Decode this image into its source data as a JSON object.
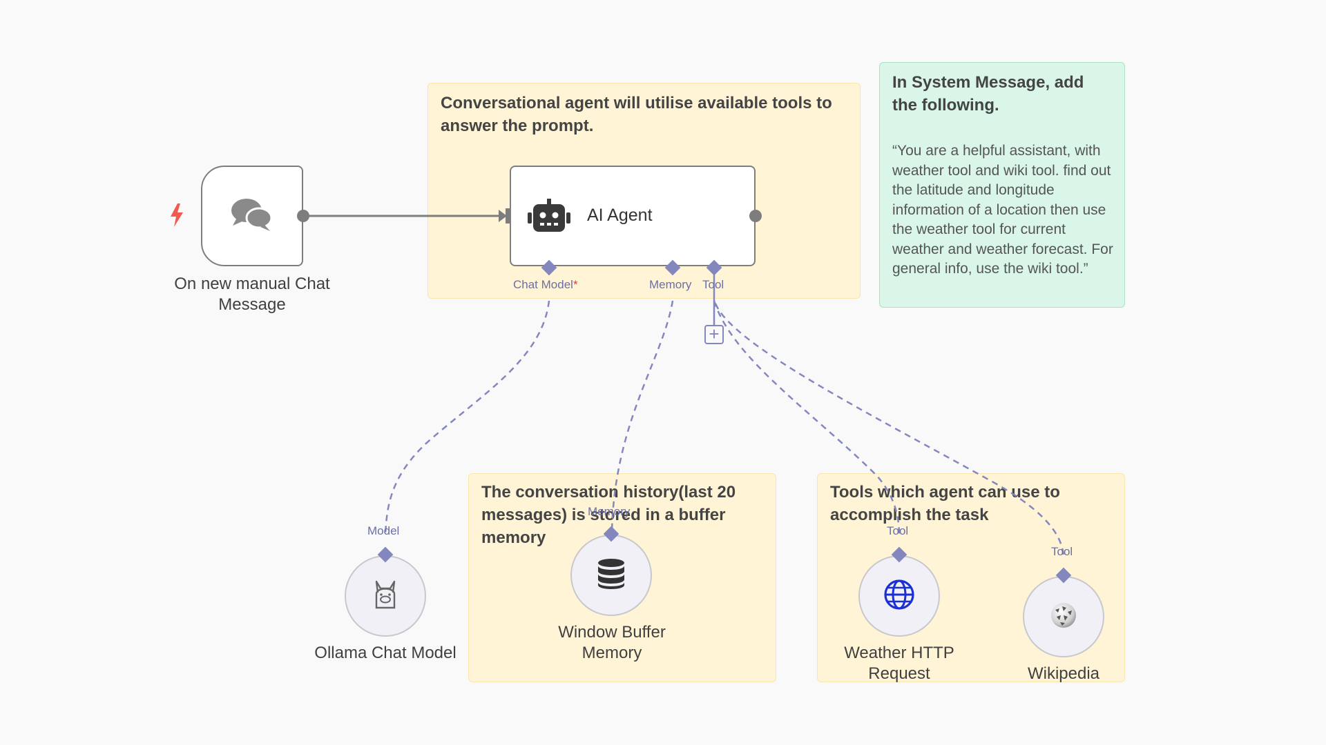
{
  "notes": {
    "agent": {
      "title": "Conversational agent will utilise available tools to answer the prompt."
    },
    "system": {
      "title": "In System Message, add the following.",
      "body": "“You are a helpful assistant, with weather tool and wiki tool. find out the latitude and longitude information of a location then use the weather tool for current weather and weather forecast. For general info, use the wiki tool.”"
    },
    "memory": {
      "title": "The conversation history(last 20 messages) is stored in a buffer memory"
    },
    "tools": {
      "title": "Tools which agent can use to accomplish the task"
    }
  },
  "nodes": {
    "trigger": {
      "label": "On new manual Chat Message",
      "icon": "chat-bubbles-icon",
      "badge_icon": "lightning-icon"
    },
    "agent": {
      "label": "AI Agent",
      "icon": "robot-icon"
    },
    "ollama": {
      "label": "Ollama Chat Model",
      "icon": "llama-icon"
    },
    "memory": {
      "label": "Window Buffer Memory",
      "icon": "database-icon"
    },
    "weather": {
      "label": "Weather HTTP Request",
      "icon": "globe-icon"
    },
    "wikipedia": {
      "label": "Wikipedia",
      "icon": "wikipedia-globe-icon"
    }
  },
  "ports": {
    "chat_model": "Chat Model",
    "chat_model_required": "*",
    "memory": "Memory",
    "tool": "Tool",
    "model_in": "Model",
    "memory_in": "Memory",
    "tool_in": "Tool"
  },
  "colors": {
    "canvas": "#f9f9f9",
    "sticky_yellow": "#fff5d6",
    "sticky_green": "#d9f6e9",
    "connector": "#8486be",
    "main_wire": "#7d7d7d",
    "trigger_bolt": "#f15a4c"
  }
}
